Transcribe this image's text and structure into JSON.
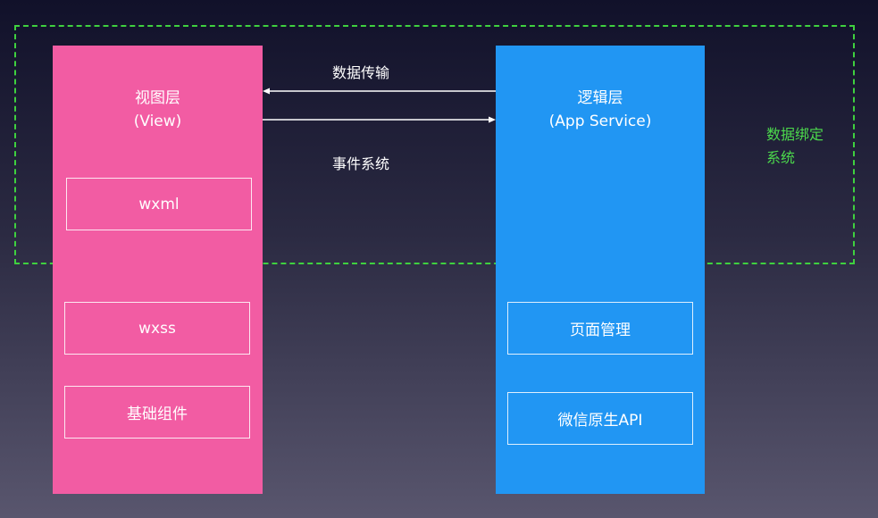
{
  "view_layer": {
    "title_line1": "视图层",
    "title_line2": "(View)",
    "boxes": [
      "wxml",
      "wxss",
      "基础组件"
    ],
    "color": "#f25ca3"
  },
  "logic_layer": {
    "title_line1": "逻辑层",
    "title_line2": "(App Service)",
    "boxes": [
      "页面管理",
      "微信原生API"
    ],
    "color": "#2196f3"
  },
  "arrows": {
    "data_transfer": "数据传输",
    "event_system": "事件系统"
  },
  "binding": {
    "label_line1": "数据绑定",
    "label_line2": "系统",
    "color": "#3fd13f"
  }
}
